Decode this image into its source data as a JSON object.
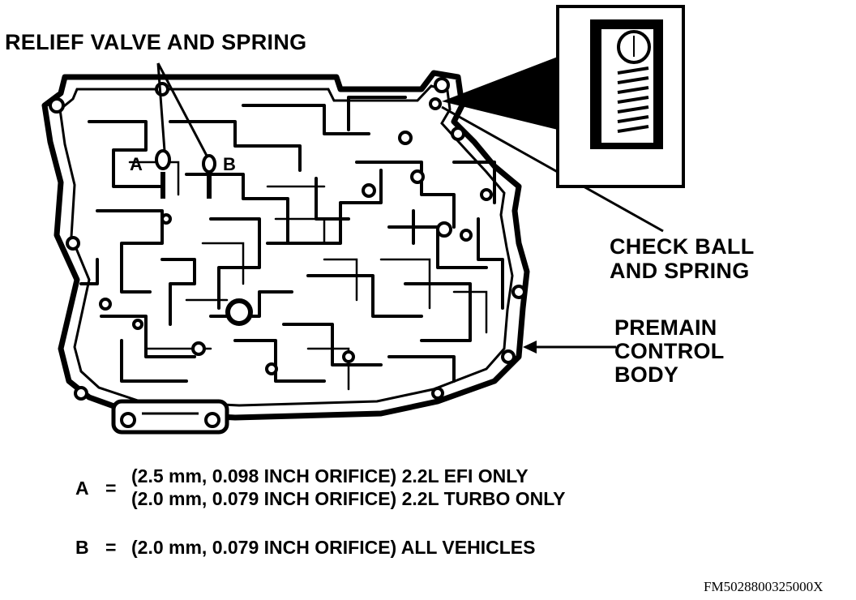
{
  "labels": {
    "relief_valve": "RELIEF VALVE AND SPRING",
    "check_ball_line1": "CHECK BALL",
    "check_ball_line2": "AND SPRING",
    "premain_line1": "PREMAIN",
    "premain_line2": "CONTROL",
    "premain_line3": "BODY",
    "marker_a": "A",
    "marker_b": "B"
  },
  "notes": {
    "a_key": "A",
    "a_eq": "=",
    "a_line1": "(2.5 mm, 0.098 INCH ORIFICE) 2.2L EFI ONLY",
    "a_line2": "(2.0 mm, 0.079 INCH ORIFICE) 2.2L TURBO ONLY",
    "b_key": "B",
    "b_eq": "=",
    "b_line1": "(2.0 mm, 0.079 INCH ORIFICE) ALL VEHICLES"
  },
  "figure_code": "FM5028800325000X",
  "colors": {
    "ink": "#000000",
    "paper": "#ffffff"
  }
}
